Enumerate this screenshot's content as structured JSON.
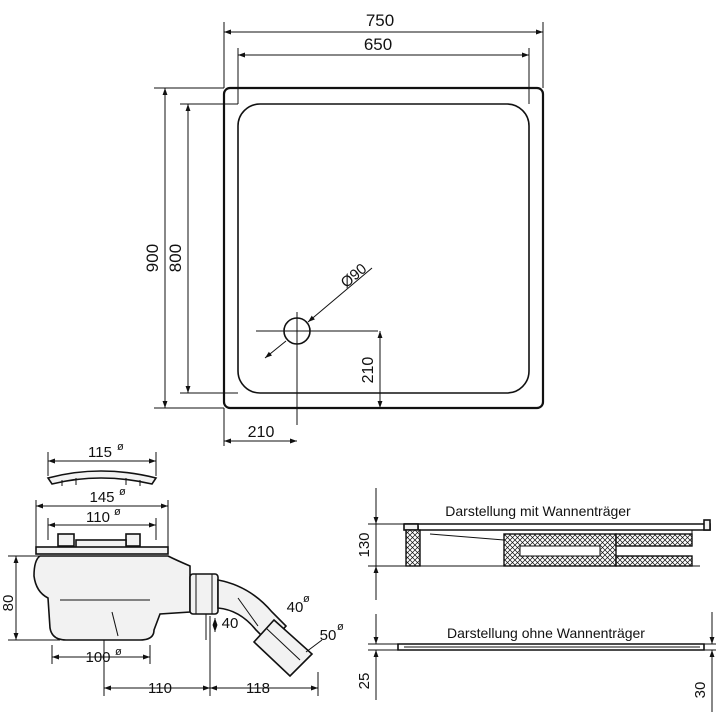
{
  "tray": {
    "outer_width": "750",
    "inner_width": "650",
    "outer_depth": "900",
    "inner_depth": "800",
    "drain_diameter": "Ø90",
    "drain_offset_y": "210",
    "drain_offset_x": "210"
  },
  "siphon": {
    "cover_dia": "115",
    "flange_dia": "145",
    "body_dia": "110",
    "bottom_dia": "100",
    "height": "80",
    "spigot_height": "40",
    "pipe_dia_40": "40",
    "pipe_dia_50": "50",
    "length_110": "110",
    "length_118": "118",
    "dia_mark": "ø"
  },
  "section_with_support": {
    "title": "Darstellung mit Wannenträger",
    "height": "130"
  },
  "section_without_support": {
    "title": "Darstellung ohne Wannenträger",
    "height_left": "25",
    "height_right": "30"
  }
}
